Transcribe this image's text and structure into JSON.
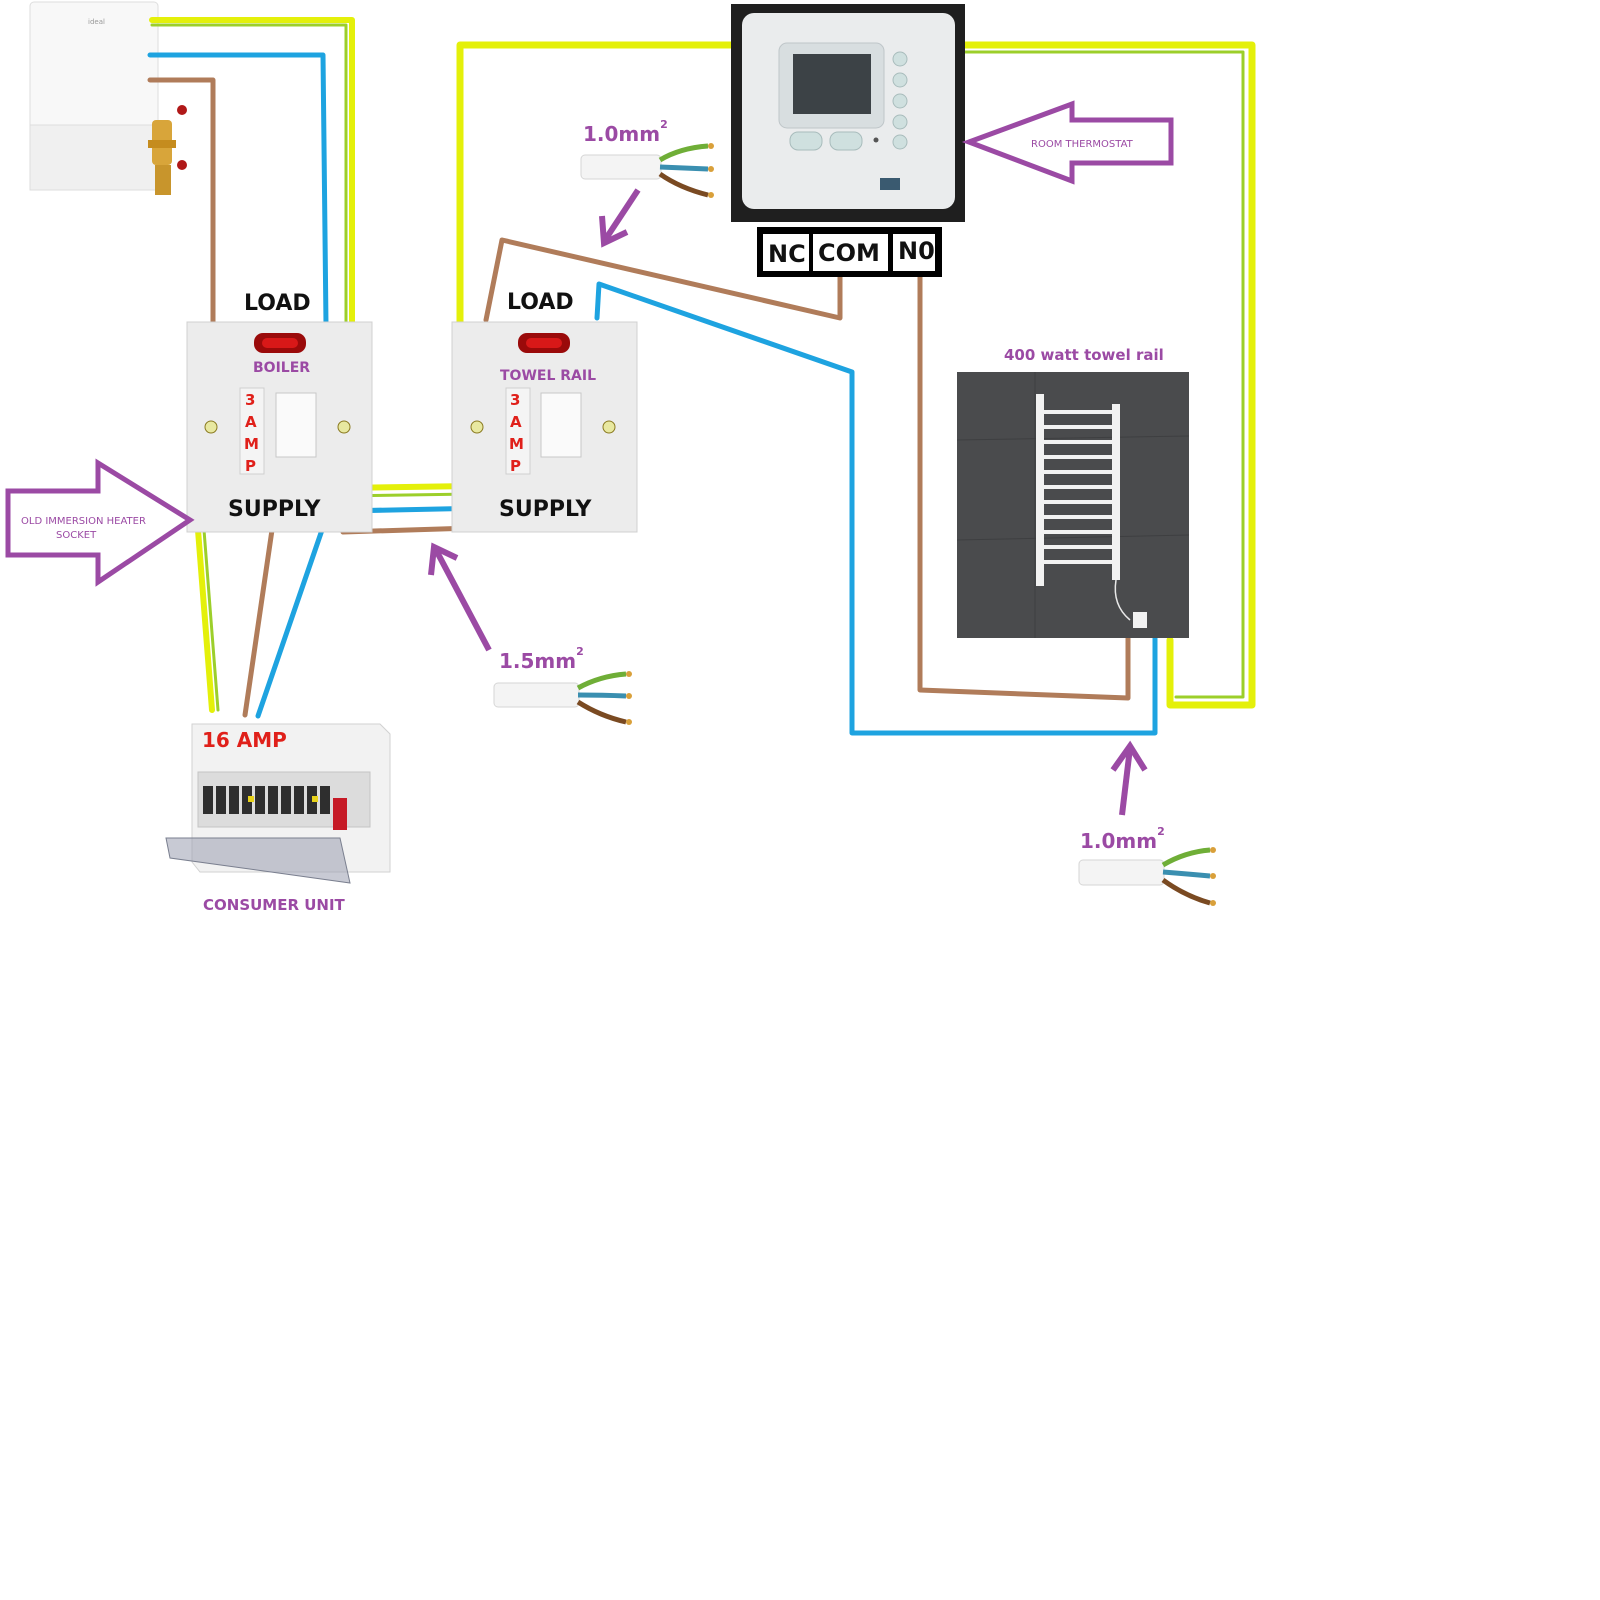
{
  "labels": {
    "switch_boiler": {
      "load": "LOAD",
      "name": "BOILER",
      "rating": [
        "3",
        "A",
        "M",
        "P"
      ],
      "supply": "SUPPLY"
    },
    "switch_towel": {
      "load": "LOAD",
      "name": "TOWEL RAIL",
      "rating": [
        "3",
        "A",
        "M",
        "P"
      ],
      "supply": "SUPPLY"
    },
    "thermostat_terminals": [
      "NC",
      "COM",
      "N0"
    ],
    "room_thermostat": "ROOM THERMOSTAT",
    "immersion_socket": [
      "OLD IMMERSION HEATER",
      "SOCKET"
    ],
    "towel_rail_title": "400 watt towel rail",
    "consumer_unit": "CONSUMER UNIT",
    "amp_rating": "16 AMP",
    "cable_1": {
      "size": "1.0mm",
      "sup": "2"
    },
    "cable_2": {
      "size": "1.5mm",
      "sup": "2"
    },
    "cable_3": {
      "size": "1.0mm",
      "sup": "2"
    }
  },
  "colors": {
    "earth": "#e4f00a",
    "earth_green": "#9ccf2a",
    "neutral": "#1ea3e0",
    "live": "#b07c5a",
    "annotation": "#9b4aa4",
    "rating": "#e0201a"
  }
}
